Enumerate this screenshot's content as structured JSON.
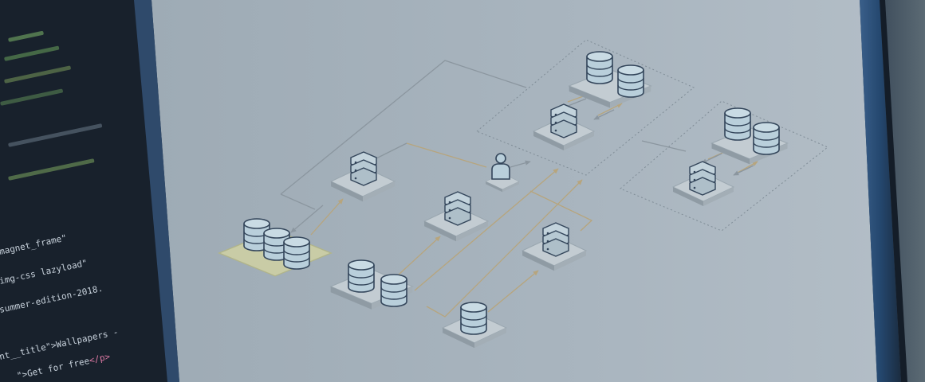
{
  "code_editor": {
    "lines": [
      {
        "id": "line-1",
        "parts": [
          {
            "text": "nt__title\">Wallpapers -",
            "color": "#c8d2dc"
          }
        ]
      },
      {
        "id": "line-2",
        "parts": [
          {
            "text": "\">Get for free",
            "color": "#c8d2dc"
          },
          {
            "text": "</p>",
            "color": "#e07aa6"
          }
        ]
      },
      {
        "id": "line-3",
        "parts": [
          {
            "text": "summer-edition-2018.",
            "color": "#c8d2dc"
          }
        ]
      },
      {
        "id": "line-4",
        "parts": [
          {
            "text": " img-css lazyload\"",
            "color": "#c8d2dc"
          }
        ]
      },
      {
        "id": "line-5",
        "parts": [
          {
            "text": "magnet_frame\"",
            "color": "#c8d2dc"
          }
        ]
      }
    ]
  },
  "colors": {
    "screen_bg": "#a7b3bd",
    "editor_bg": "#18212c",
    "monitor_bezel": "#2d3b4d",
    "connector": "#b7a57d",
    "connector_gray": "#8b969f",
    "icon_stroke": "#33455a",
    "icon_fill": "#b9cfdb",
    "selected_tile": "#c9cca6"
  },
  "icons": [
    "database-cylinder-icon",
    "server-rack-icon",
    "user-icon",
    "arrow-icon"
  ]
}
